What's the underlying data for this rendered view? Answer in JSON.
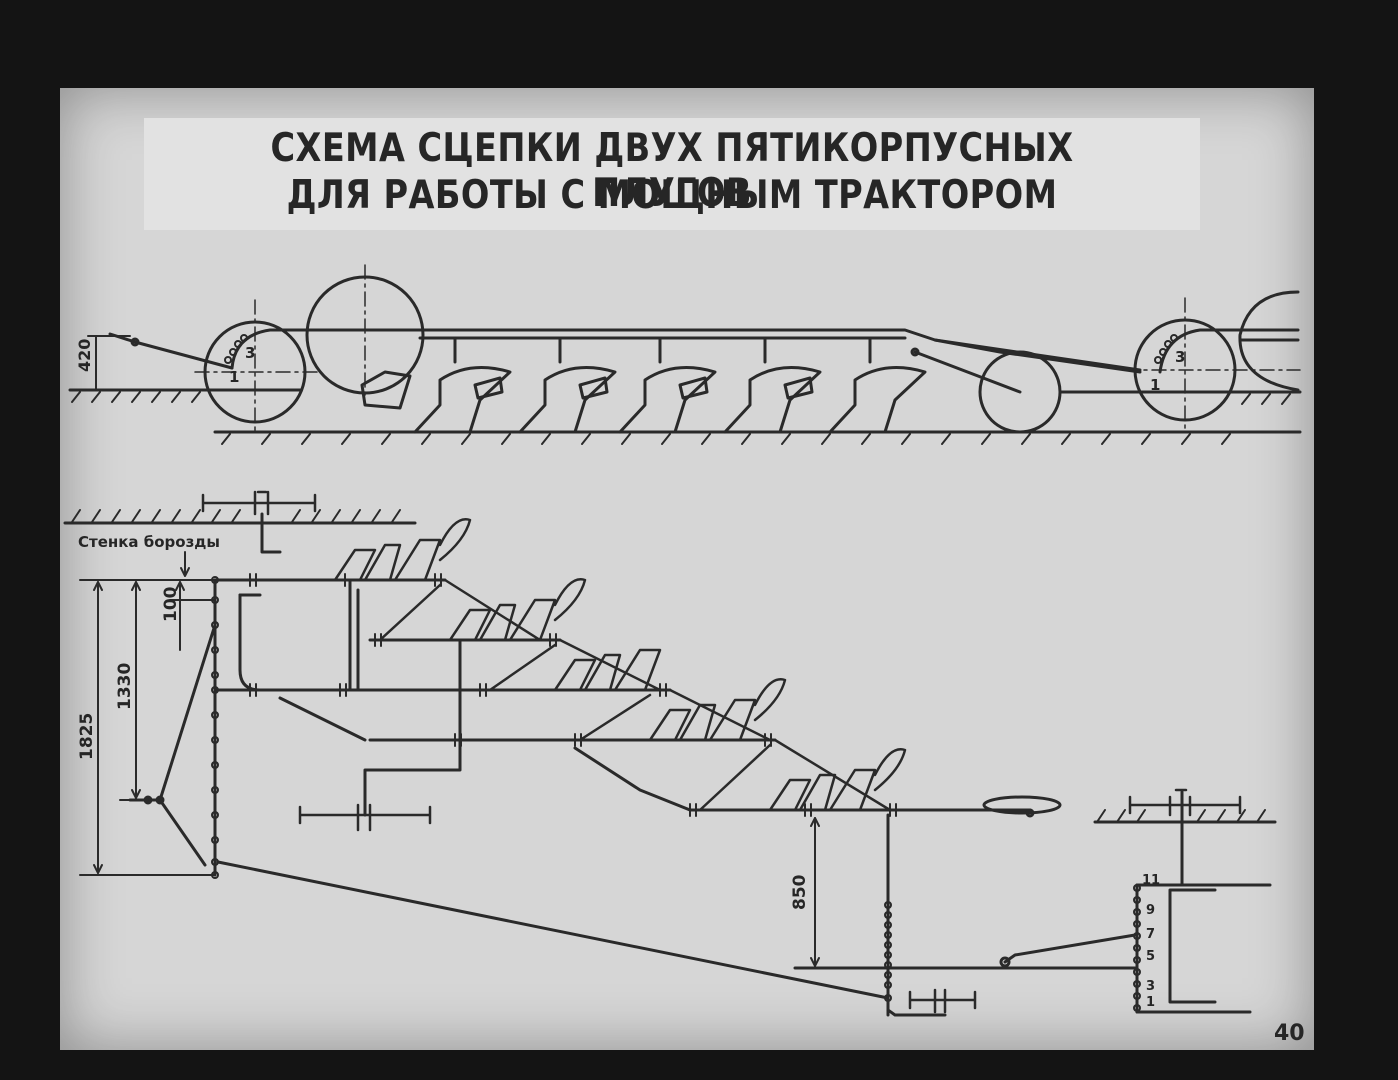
{
  "title": {
    "line1": "СХЕМА СЦЕПКИ ДВУХ ПЯТИКОРПУСНЫХ ПЛУГОВ",
    "line2": "ДЛЯ РАБОТЫ С МОЩНЫМ ТРАКТОРОМ"
  },
  "side_view": {
    "dim_height": "420",
    "hitch_hole_front": "3",
    "hitch_hole_front_low": "1",
    "hitch_hole_rear": "3",
    "hitch_hole_rear_low": "1"
  },
  "plan_view": {
    "furrow_wall_label": "Стенка борозды",
    "dim_100": "100",
    "dim_1330": "1330",
    "dim_1825": "1825",
    "dim_850": "850",
    "hitch_holes": [
      "11",
      "9",
      "7",
      "5",
      "3",
      "1"
    ]
  },
  "slide_number": "40"
}
